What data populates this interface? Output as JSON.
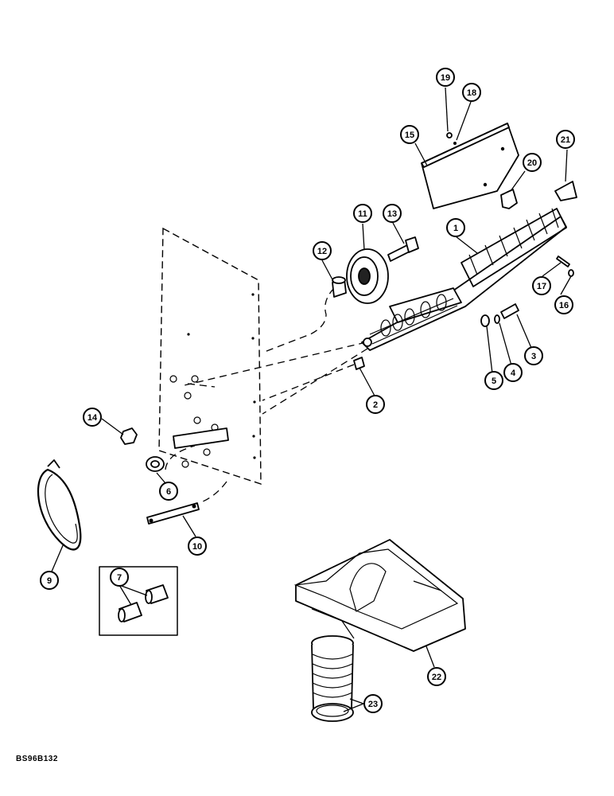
{
  "figure_code": "BS96B132",
  "callouts": {
    "c1": "1",
    "c2": "2",
    "c3": "3",
    "c4": "4",
    "c5": "5",
    "c6": "6",
    "c7": "7",
    "c9": "9",
    "c10": "10",
    "c11": "11",
    "c12": "12",
    "c13": "13",
    "c14": "14",
    "c15": "15",
    "c16": "16",
    "c17": "17",
    "c18": "18",
    "c19": "19",
    "c20": "20",
    "c21": "21",
    "c22": "22",
    "c23": "23"
  }
}
